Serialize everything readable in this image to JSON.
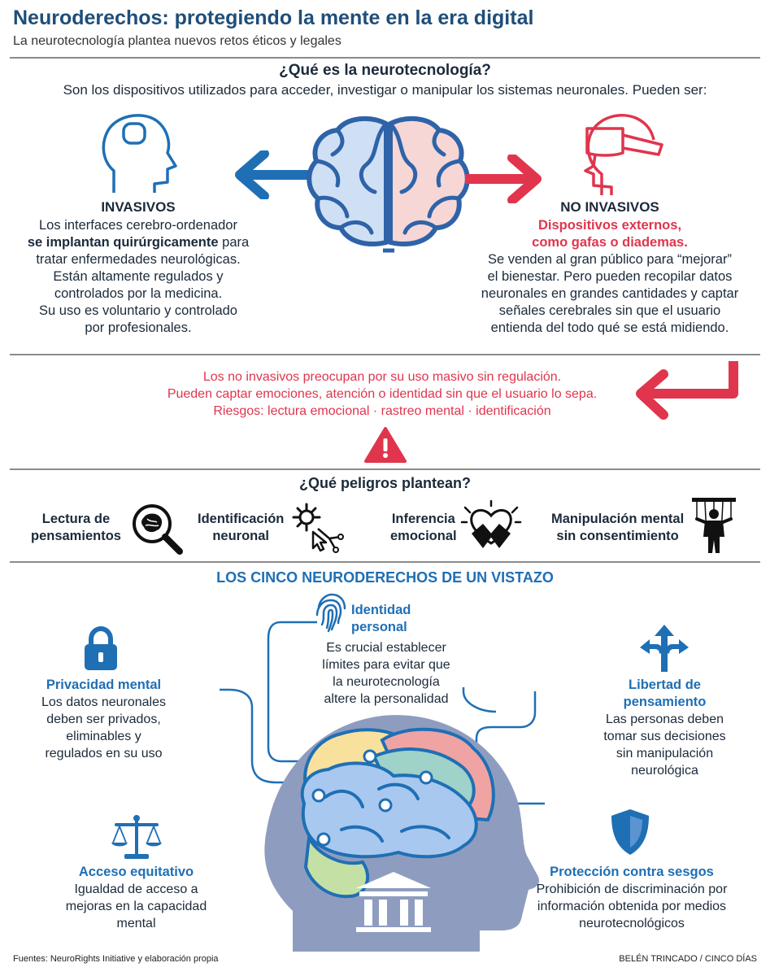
{
  "header": {
    "title": "Neuroderechos: protegiendo la mente en la era digital",
    "subtitle": "La neurotecnología plantea nuevos retos éticos y legales"
  },
  "what_is": {
    "heading": "¿Qué es la neurotecnología?",
    "intro": "Son los dispositivos utilizados para acceder, investigar o manipular los sistemas neuronales. Pueden ser:",
    "invasive": {
      "title": "INVASIVOS",
      "line1": "Los interfaces cerebro-ordenador",
      "line2_bold": "se implantan quirúrgicamente",
      "line2_rest": " para",
      "line3": "tratar enfermedades neurológicas.",
      "line4": "Están altamente regulados y",
      "line5": "controlados por la medicina.",
      "line6": "Su uso es voluntario y controlado",
      "line7": "por profesionales."
    },
    "non_invasive": {
      "title": "NO INVASIVOS",
      "red1": "Dispositivos externos,",
      "red2": "como gafas o diademas.",
      "line1": "Se venden al gran público para “mejorar”",
      "line2": "el bienestar.  Pero pueden recopilar datos",
      "line3": "neuronales en grandes cantidades y captar",
      "line4": "señales cerebrales sin que el usuario",
      "line5": "entienda del todo qué se está midiendo."
    }
  },
  "risk": {
    "line1": "Los no invasivos preocupan por su uso masivo sin regulación.",
    "line2": "Pueden captar emociones, atención o identidad sin que el usuario lo sepa.",
    "line3": "Riesgos: lectura emocional · rastreo mental · identificación"
  },
  "dangers": {
    "heading": "¿Qué peligros plantean?",
    "items": [
      {
        "l1": "Lectura de",
        "l2": "pensamientos",
        "icon": "magnifier-brain-icon"
      },
      {
        "l1": "Identificación",
        "l2": "neuronal",
        "icon": "neuron-cursor-icon"
      },
      {
        "l1": "Inferencia",
        "l2": "emocional",
        "icon": "hands-heart-icon"
      },
      {
        "l1": "Manipulación mental",
        "l2": "sin consentimiento",
        "icon": "puppet-icon"
      }
    ]
  },
  "rights": {
    "heading": "LOS CINCO NEURODERECHOS DE UN VISTAZO",
    "identity": {
      "t1": "Identidad",
      "t2": "personal",
      "d1": "Es crucial establecer",
      "d2": "límites para evitar que",
      "d3": "la neurotecnología",
      "d4": "altere la personalidad"
    },
    "privacy": {
      "t1": "Privacidad mental",
      "d1": "Los datos neuronales",
      "d2": "deben ser privados,",
      "d3": "eliminables y",
      "d4": "regulados en su uso"
    },
    "freedom": {
      "t1": "Libertad de",
      "t2": "pensamiento",
      "d1": "Las personas deben",
      "d2": "tomar sus decisiones",
      "d3": "sin manipulación",
      "d4": "neurológica"
    },
    "access": {
      "t1": "Acceso equitativo",
      "d1": "Igualdad de acceso a",
      "d2": "mejoras en la capacidad",
      "d3": "mental"
    },
    "bias": {
      "t1": "Protección contra sesgos",
      "d1": "Prohibición de discriminación por",
      "d2": "información obtenida por medios",
      "d3": "neurotecnológicos"
    }
  },
  "footer": {
    "source": "Fuentes: NeuroRights Initiative y elaboración propia",
    "credit": "BELÉN TRINCADO / CINCO DÍAS"
  },
  "colors": {
    "blue": "#1f6fb5",
    "navy": "#1f4e79",
    "red": "#e0354d",
    "head": "#8e9dbf"
  }
}
